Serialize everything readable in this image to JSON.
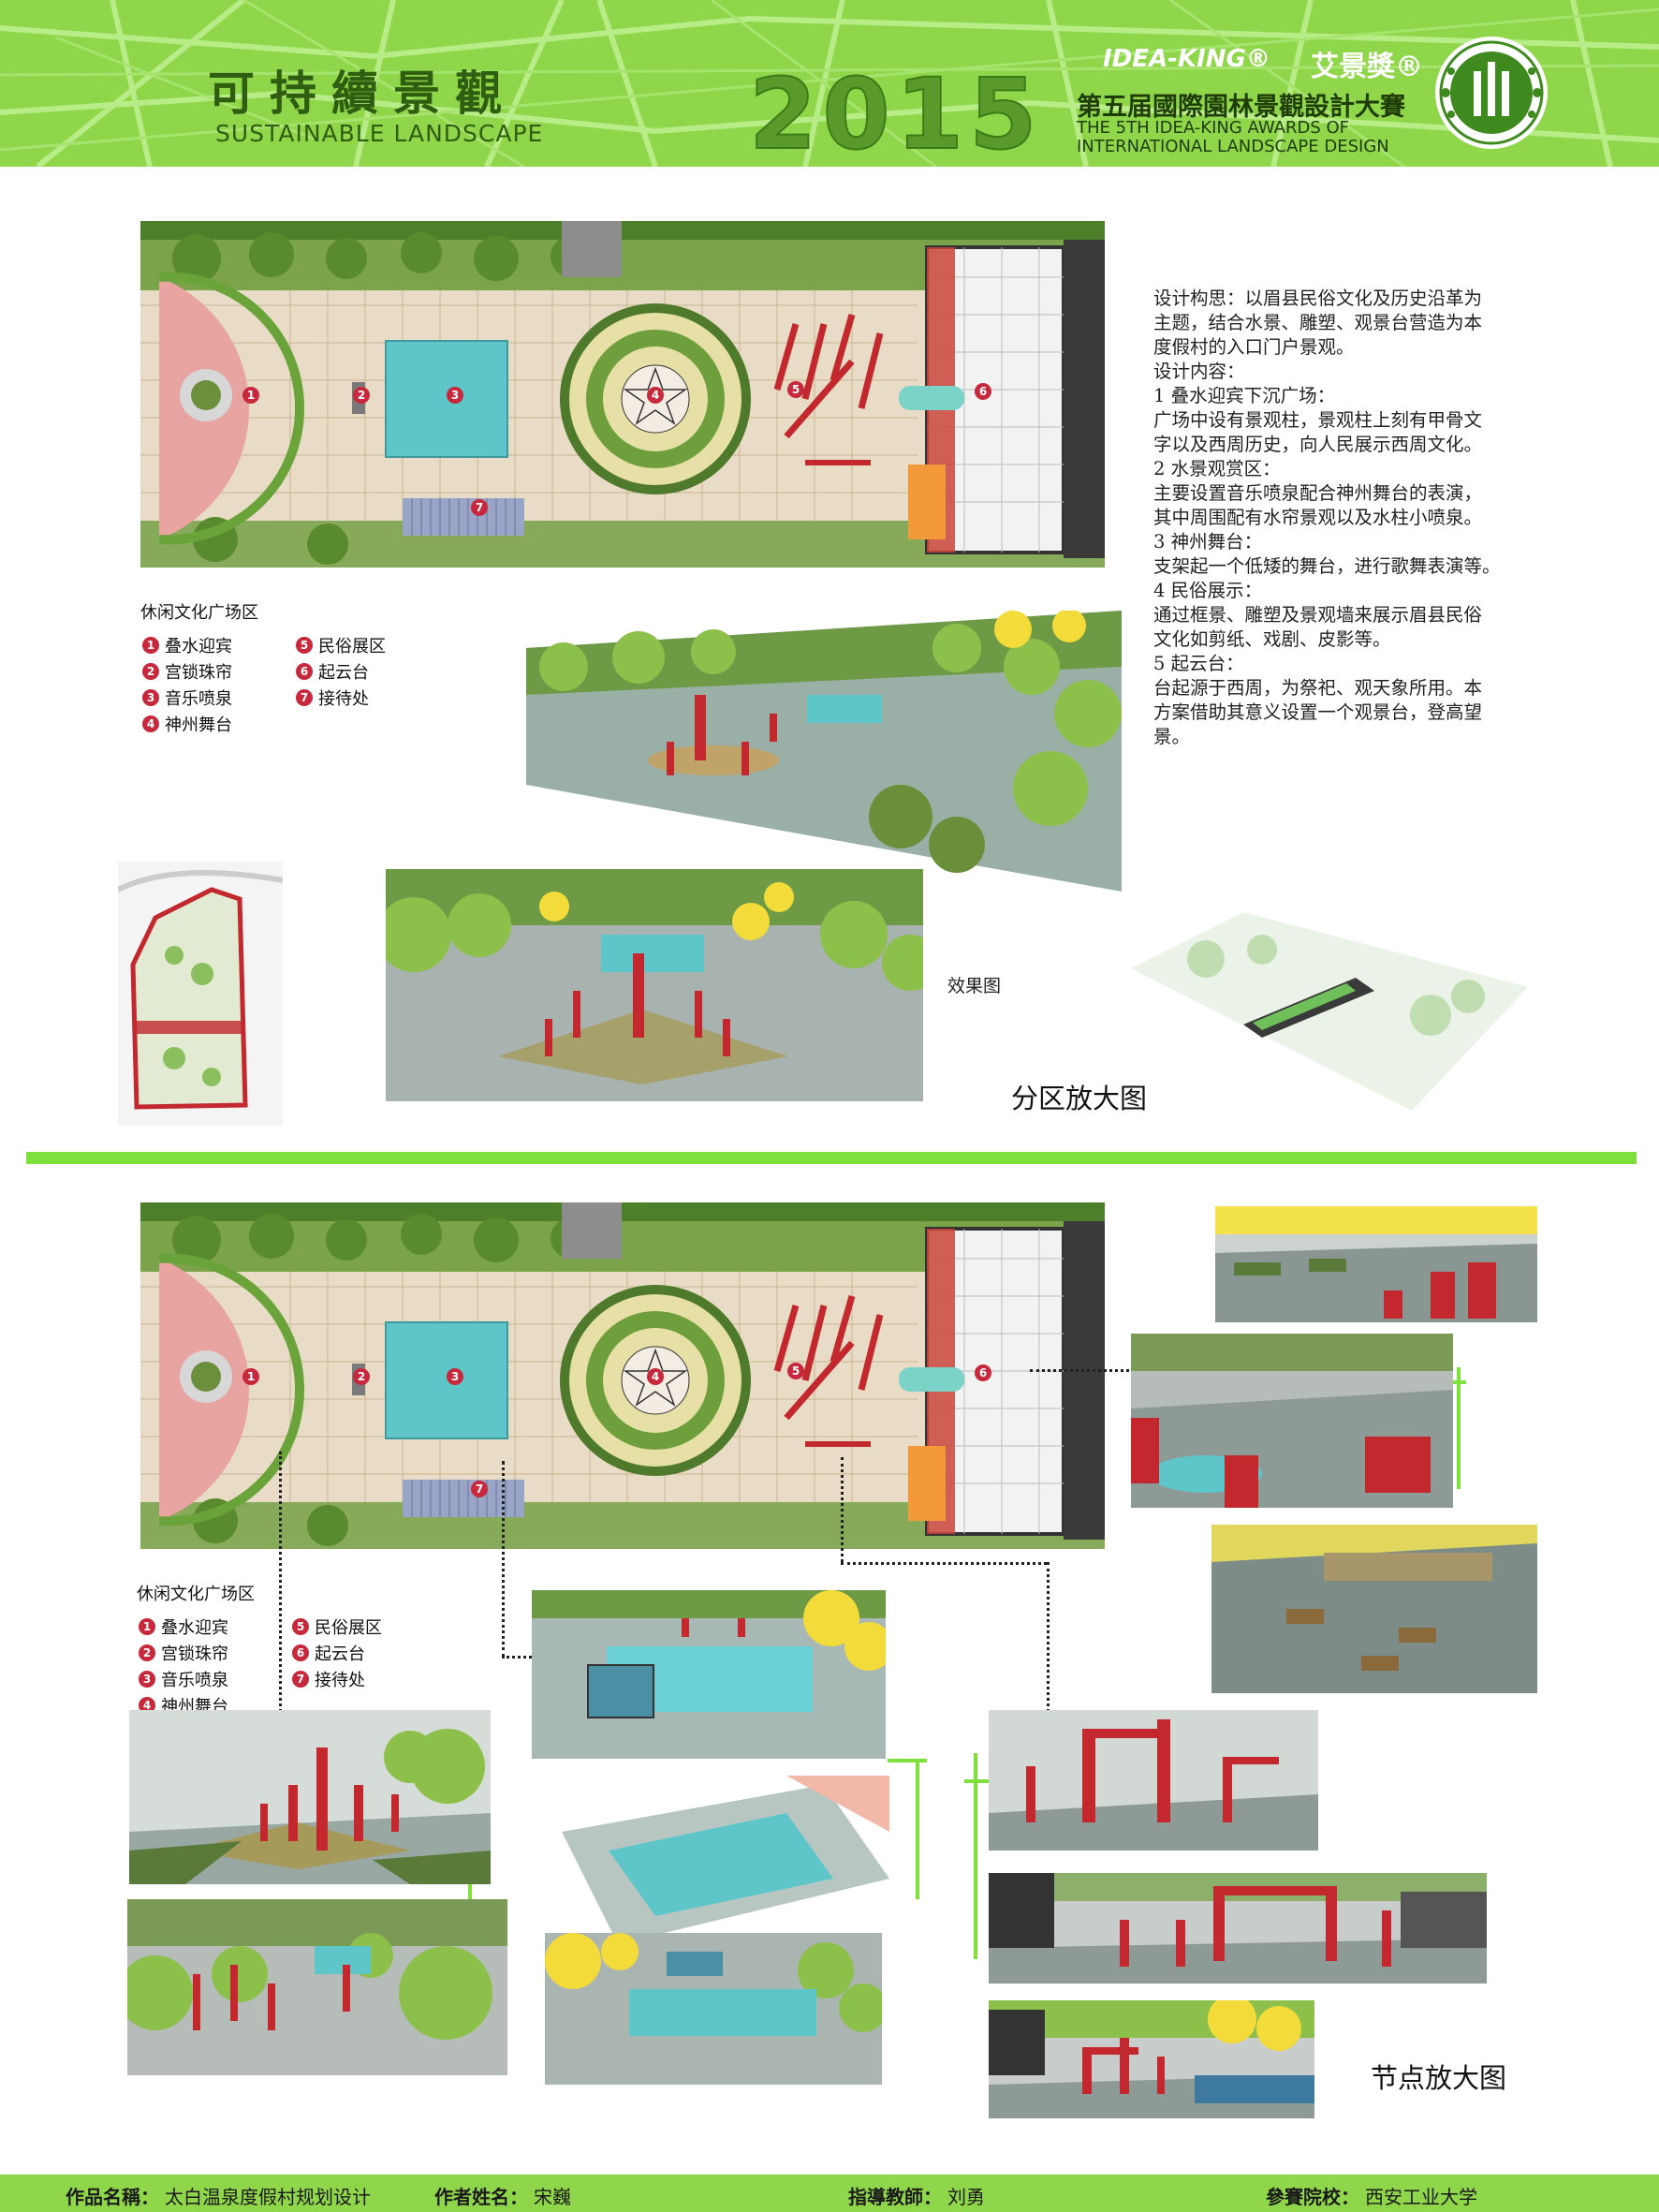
{
  "header": {
    "title_cn": "可持續景觀",
    "title_en": "SUSTAINABLE LANDSCAPE",
    "year": "2015",
    "brand_en": "IDEA-KING®",
    "brand_cn": "艾景獎®",
    "contest_cn": "第五届國際園林景觀設計大賽",
    "contest_en_line1": "THE 5TH IDEA-KING AWARDS OF",
    "contest_en_line2": "INTERNATIONAL LANDSCAPE DESIGN"
  },
  "plan_markers": [
    "1",
    "2",
    "3",
    "4",
    "5",
    "6",
    "7"
  ],
  "legend": {
    "title": "休闲文化广场区",
    "items": [
      {
        "num": "1",
        "label": "叠水迎宾"
      },
      {
        "num": "2",
        "label": "宫锁珠帘"
      },
      {
        "num": "3",
        "label": "音乐喷泉"
      },
      {
        "num": "4",
        "label": "神州舞台"
      },
      {
        "num": "5",
        "label": "民俗展区"
      },
      {
        "num": "6",
        "label": "起云台"
      },
      {
        "num": "7",
        "label": "接待处"
      }
    ]
  },
  "description": {
    "lines": [
      "设计构思：以眉县民俗文化及历史沿革为",
      "主题，结合水景、雕塑、观景台营造为本",
      "度假村的入口门户景观。",
      "设计内容：",
      "1 叠水迎宾下沉广场：",
      "广场中设有景观柱，景观柱上刻有甲骨文",
      "字以及西周历史，向人民展示西周文化。",
      "2 水景观赏区：",
      "主要设置音乐喷泉配合神州舞台的表演，",
      "其中周围配有水帘景观以及水柱小喷泉。",
      "3 神州舞台：",
      "支架起一个低矮的舞台，进行歌舞表演等。",
      "4 民俗展示：",
      "通过框景、雕塑及景观墙来展示眉县民俗",
      "文化如剪纸、戏剧、皮影等。",
      "5 起云台：",
      "台起源于西周，为祭祀、观天象所用。本",
      "方案借助其意义设置一个观景台，登高望",
      "景。"
    ]
  },
  "labels": {
    "render_caption": "效果图",
    "section_top": "分区放大图",
    "section_bottom": "节点放大图"
  },
  "footer": {
    "work_label": "作品名稱：",
    "work_value": "太白温泉度假村规划设计",
    "author_label": "作者姓名：",
    "author_value": "宋巍",
    "advisor_label": "指導教師：",
    "advisor_value": "刘勇",
    "school_label": "參賽院校：",
    "school_value": "西安工业大学"
  },
  "colors": {
    "header_green": "#8fd64a",
    "divider_green": "#7ee03a",
    "marker_red": "#c8283c",
    "pool_blue": "#5ec6c9"
  }
}
